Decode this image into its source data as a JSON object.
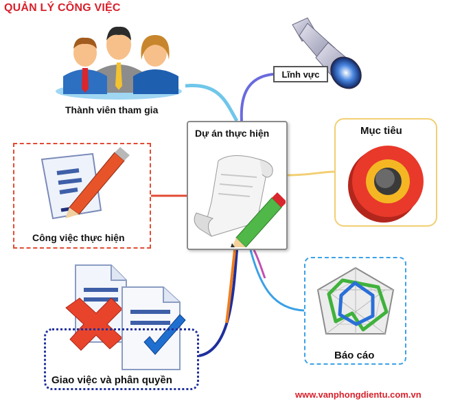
{
  "title": "QUẢN LÝ CÔNG VIỆC",
  "website": "www.vanphongdientu.com.vn",
  "nodes": {
    "center": "Dự án thực hiện",
    "members": "Thành viên tham gia",
    "field": "Lĩnh vực",
    "goal": "Mục tiêu",
    "work": "Công việc thực hiện",
    "assign": "Giao việc và phân quyền",
    "report": "Báo cáo"
  },
  "icons": {
    "members": "people-icon",
    "field": "telescope-icon",
    "center": "scroll-pencil-icon",
    "goal": "target-icon",
    "work": "document-pen-icon",
    "assign": "documents-check-cross-icon",
    "report": "radar-chart-icon"
  },
  "colors": {
    "title": "#d8202b",
    "link_members": "#6fc6ea",
    "link_field": "#6a6adf",
    "link_goal": "#f2cf72",
    "link_work": "#e24a33",
    "link_assign": "#1f2f9c",
    "link_report": "#3aa1e6"
  }
}
